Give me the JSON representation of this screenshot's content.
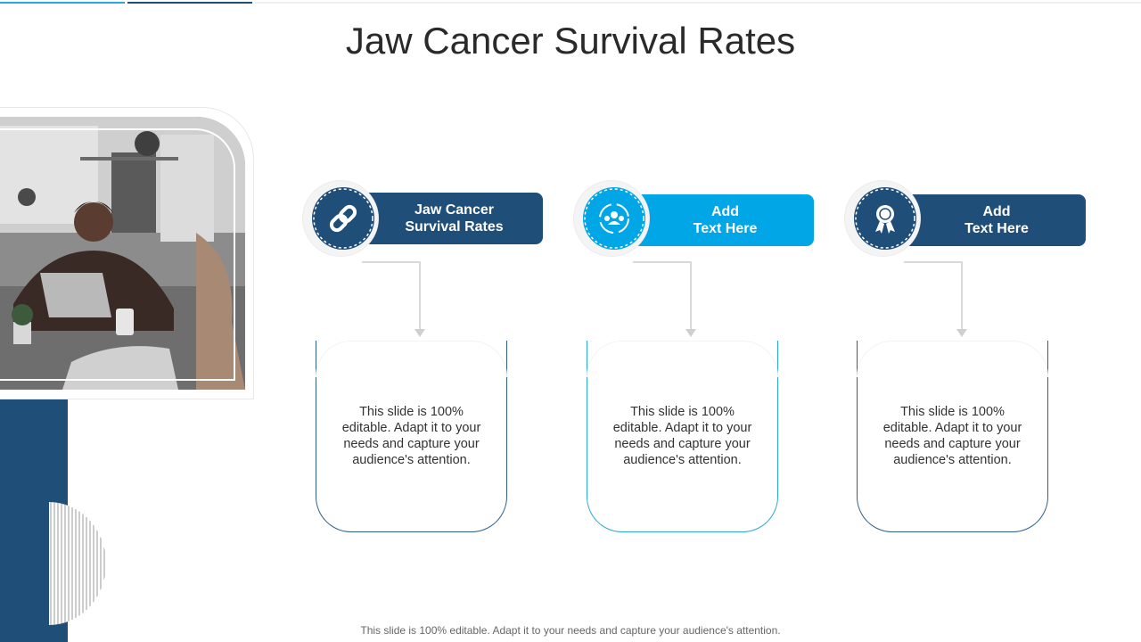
{
  "title": "Jaw Cancer Survival Rates",
  "colors": {
    "dark_blue": "#1f4e79",
    "light_blue": "#00a6e6",
    "connector": "#d9d9d9"
  },
  "cards": [
    {
      "label": "Jaw Cancer\nSurvival Rates",
      "icon": "link-icon",
      "color": "#1f4e79",
      "body": "This slide is 100% editable. Adapt it to your needs and capture your audience's attention."
    },
    {
      "label": "Add\nText Here",
      "icon": "team-cycle-icon",
      "color": "#00a6e6",
      "body": "This slide is 100% editable. Adapt it to your needs and capture your audience's attention."
    },
    {
      "label": "Add\nText Here",
      "icon": "award-ribbon-icon",
      "color": "#1f4e79",
      "body": "This slide is 100% editable. Adapt it to your needs and capture your audience's attention."
    }
  ],
  "footer": "This slide is 100% editable. Adapt it to your needs and capture your audience's attention."
}
